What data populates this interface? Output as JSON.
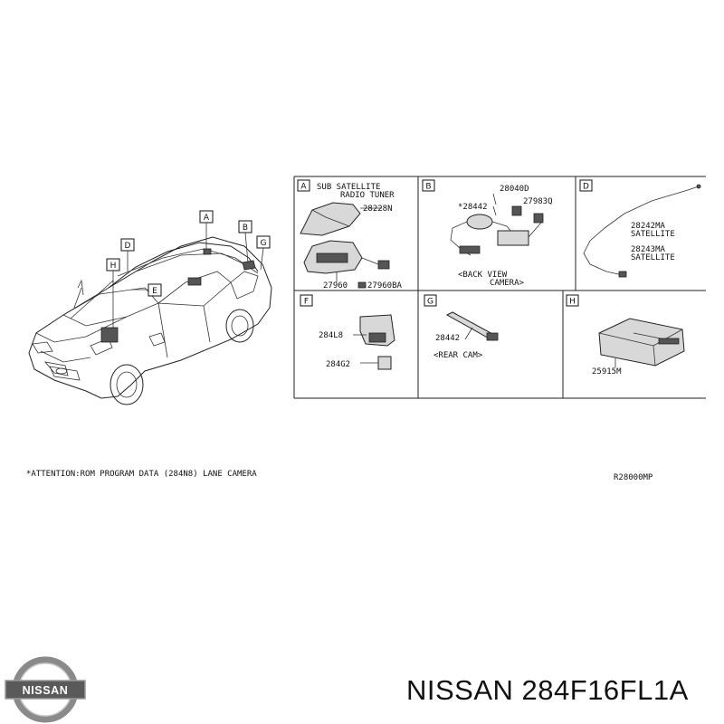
{
  "car_callouts": [
    "A",
    "B",
    "G",
    "D",
    "H",
    "E"
  ],
  "panels": [
    {
      "letter": "A",
      "title_line1": "SUB SATELLITE",
      "title_line2": "RADIO TUNER",
      "parts": [
        "28228N",
        "27960",
        "27960BA"
      ]
    },
    {
      "letter": "B",
      "parts": [
        "28040D",
        "*28442",
        "27983Q"
      ],
      "caption_line1": "<BACK VIEW",
      "caption_line2": "CAMERA>"
    },
    {
      "letter": "D",
      "parts": [
        "28242MA",
        "28243MA"
      ],
      "sub": [
        "SATELLITE",
        "SATELLITE"
      ]
    },
    {
      "letter": "F",
      "parts": [
        "284L8",
        "284G2"
      ]
    },
    {
      "letter": "G",
      "parts": [
        "28442"
      ],
      "caption": "<REAR CAM>"
    },
    {
      "letter": "H",
      "parts": [
        "25915M"
      ]
    }
  ],
  "note": "*ATTENTION:ROM PROGRAM DATA (284N8) LANE CAMERA",
  "diagram_code": "R28000MP",
  "logo_text": "NISSAN",
  "part_number": "NISSAN 284F16FL1A",
  "colors": {
    "line": "#222222",
    "logo_bar": "#5a5a5a"
  }
}
